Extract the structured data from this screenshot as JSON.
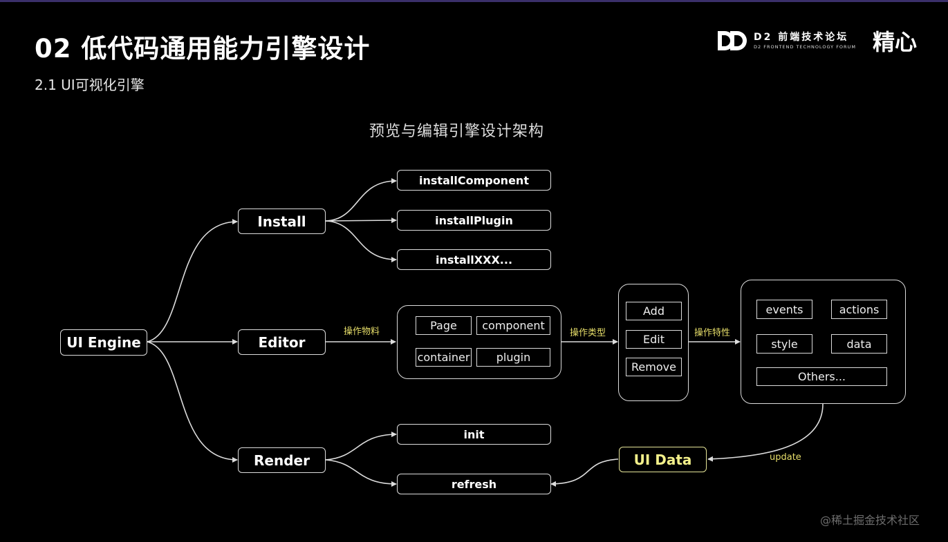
{
  "header": {
    "title": "02 低代码通用能力引擎设计",
    "subtitle": "2.1 UI可视化引擎",
    "brand_name": "D2 前端技术论坛",
    "brand_sub": "D2 FRONTEND TECHNOLOGY FORUM",
    "brand_mark": "精心"
  },
  "diagram": {
    "title": "预览与编辑引擎设计架构",
    "root": "UI Engine",
    "install": {
      "label": "Install",
      "children": [
        "installComponent",
        "installPlugin",
        "installXXX..."
      ]
    },
    "editor": {
      "label": "Editor",
      "edge_label": "操作物料",
      "materials": [
        "Page",
        "component",
        "container",
        "plugin"
      ]
    },
    "operation_types": {
      "edge_label": "操作类型",
      "items": [
        "Add",
        "Edit",
        "Remove"
      ]
    },
    "operation_features": {
      "edge_label": "操作特性",
      "items": [
        "events",
        "actions",
        "style",
        "data",
        "Others..."
      ]
    },
    "render": {
      "label": "Render",
      "children": [
        "init",
        "refresh"
      ]
    },
    "ui_data": {
      "label": "UI Data",
      "edge_label": "update"
    }
  },
  "watermark": "@稀土掘金技术社区",
  "colors": {
    "background": "#000000",
    "line": "#dddddd",
    "highlight": "#e8df6a",
    "ui_data_border": "#e8e79a"
  }
}
